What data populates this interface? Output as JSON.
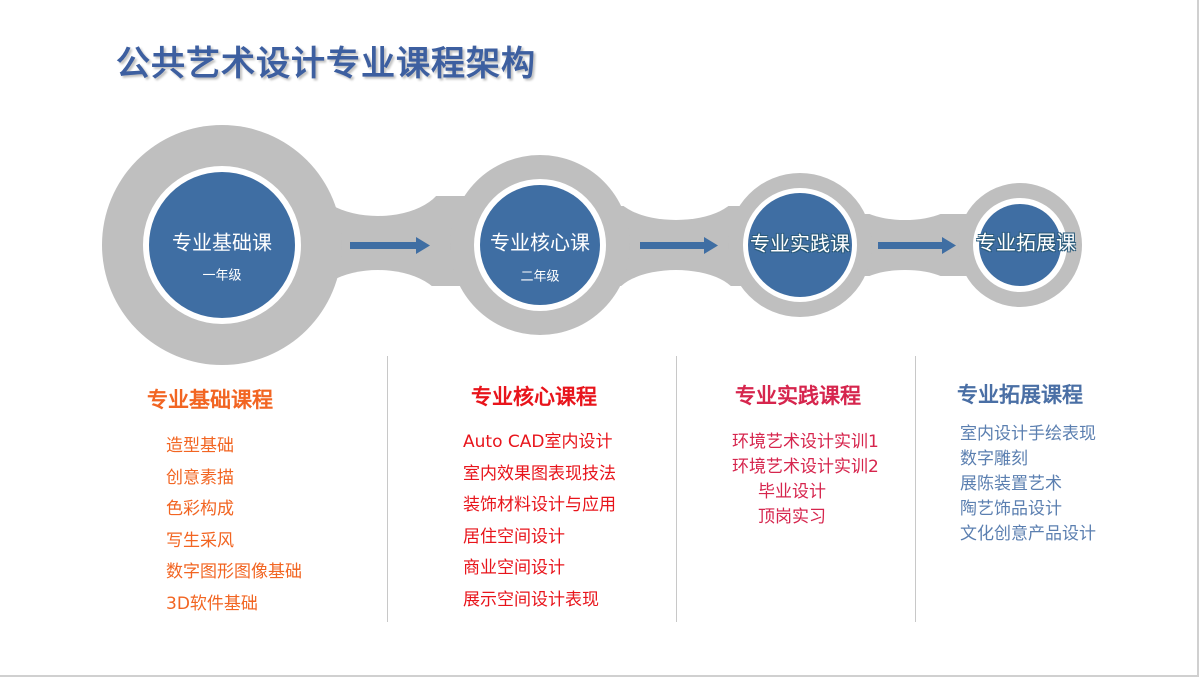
{
  "title": "公共艺术设计专业课程架构",
  "colors": {
    "ring_gray": "#bfbfbf",
    "node_blue": "#3f6ea3",
    "arrow_blue": "#3f6ea3",
    "foundation_orange": "#f26522",
    "core_red": "#e8141b",
    "practice_crimson": "#d6254d",
    "extension_blue": "#4a6fa5"
  },
  "nodes": [
    {
      "label": "专业基础课",
      "sub": "一年级"
    },
    {
      "label": "专业核心课",
      "sub": "二年级"
    },
    {
      "label": "专业实践课",
      "sub": ""
    },
    {
      "label": "专业拓展课",
      "sub": ""
    }
  ],
  "columns": [
    {
      "heading": "专业基础课程",
      "items": [
        "造型基础",
        "创意素描",
        "色彩构成",
        "写生采风",
        "数字图形图像基础",
        "3D软件基础"
      ]
    },
    {
      "heading": "专业核心课程",
      "items": [
        "Auto CAD室内设计",
        "室内效果图表现技法",
        "装饰材料设计与应用",
        "居住空间设计",
        "商业空间设计",
        "展示空间设计表现"
      ]
    },
    {
      "heading": "专业实践课程",
      "items": [
        "环境艺术设计实训1",
        "环境艺术设计实训2",
        "毕业设计",
        "顶岗实习"
      ]
    },
    {
      "heading": "专业拓展课程",
      "items": [
        "室内设计手绘表现",
        "数字雕刻",
        "展陈装置艺术",
        "陶艺饰品设计",
        "文化创意产品设计"
      ]
    }
  ]
}
